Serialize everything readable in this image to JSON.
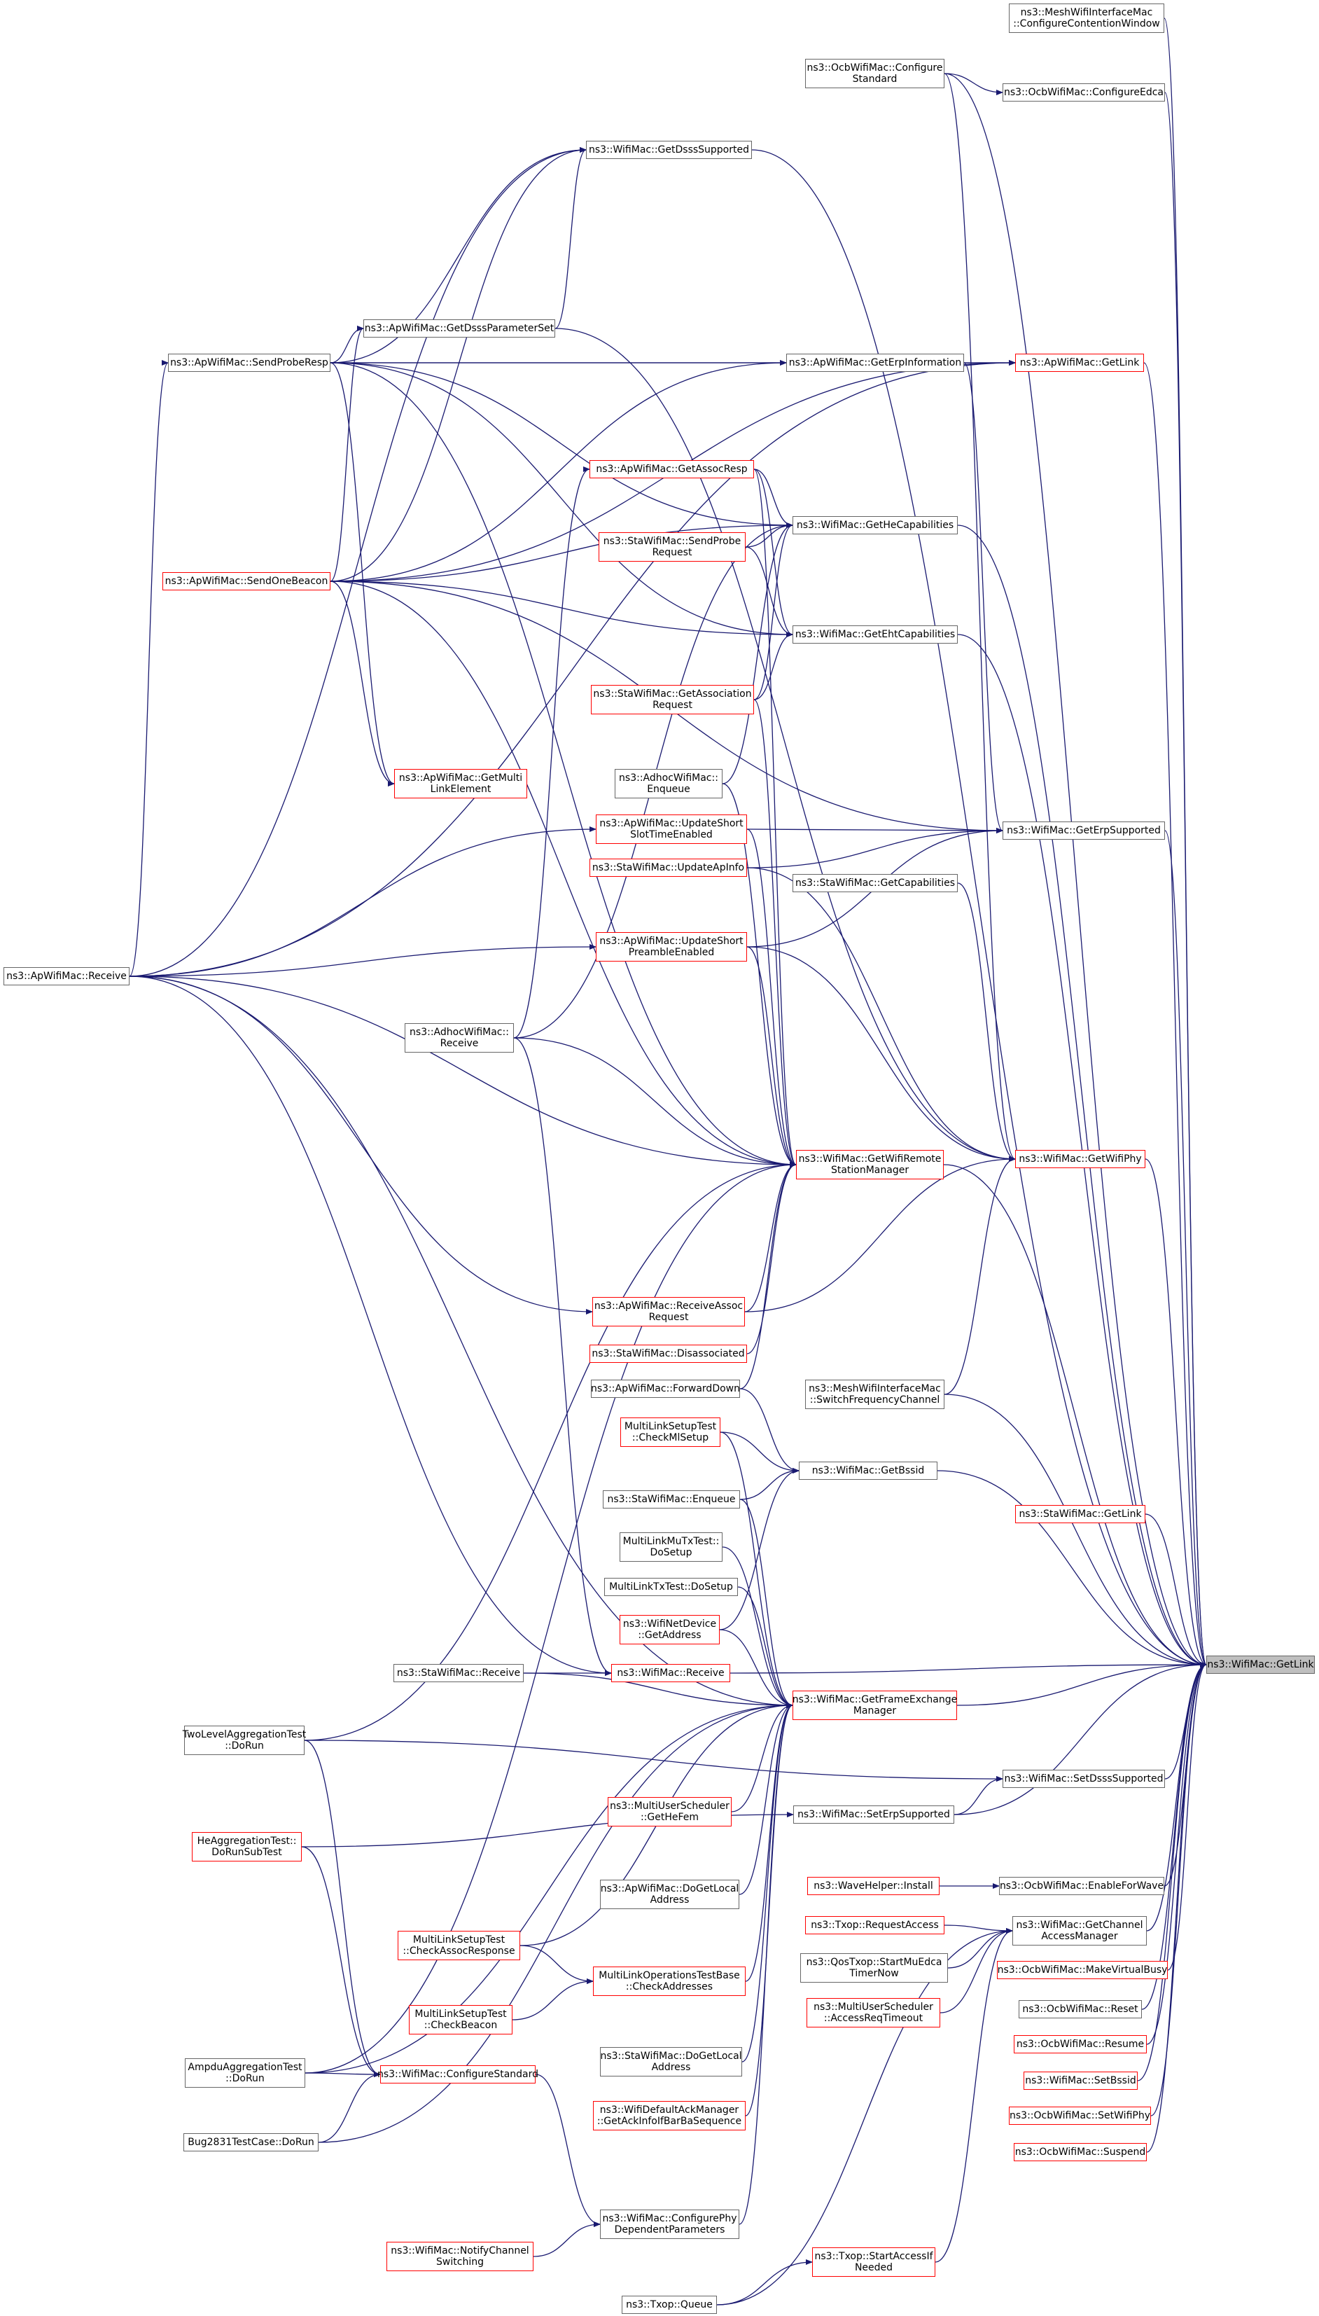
{
  "graph": {
    "colors": {
      "edge": "#191970",
      "node_border": "#666666",
      "incomplete_border": "#ff0000",
      "root_fill": "#bfbfbf"
    },
    "root": "n_getlink",
    "nodes": [
      {
        "id": "n_getlink",
        "label": "ns3::WifiMac::GetLink",
        "kind": "root"
      },
      {
        "id": "n_meshcfg",
        "label": "ns3::MeshWifiInterfaceMac\n::ConfigureContentionWindow",
        "kind": "normal"
      },
      {
        "id": "n_ocbcfgstd",
        "label": "ns3::OcbWifiMac::Configure\nStandard",
        "kind": "normal"
      },
      {
        "id": "n_ocbcfgedca",
        "label": "ns3::OcbWifiMac::ConfigureEdca",
        "kind": "normal"
      },
      {
        "id": "n_getdsss",
        "label": "ns3::WifiMac::GetDsssSupported",
        "kind": "normal"
      },
      {
        "id": "n_apgetdsssps",
        "label": "ns3::ApWifiMac::GetDsssParameterSet",
        "kind": "normal"
      },
      {
        "id": "n_apsendprobe",
        "label": "ns3::ApWifiMac::SendProbeResp",
        "kind": "normal"
      },
      {
        "id": "n_apgeterp",
        "label": "ns3::ApWifiMac::GetErpInformation",
        "kind": "normal"
      },
      {
        "id": "n_apgetlink",
        "label": "ns3::ApWifiMac::GetLink",
        "kind": "incomplete"
      },
      {
        "id": "n_apgetassoc",
        "label": "ns3::ApWifiMac::GetAssocResp",
        "kind": "incomplete"
      },
      {
        "id": "n_gethe",
        "label": "ns3::WifiMac::GetHeCapabilities",
        "kind": "normal"
      },
      {
        "id": "n_stasendprobe",
        "label": "ns3::StaWifiMac::SendProbe\nRequest",
        "kind": "incomplete"
      },
      {
        "id": "n_apsendbeacon",
        "label": "ns3::ApWifiMac::SendOneBeacon",
        "kind": "incomplete"
      },
      {
        "id": "n_geteht",
        "label": "ns3::WifiMac::GetEhtCapabilities",
        "kind": "normal"
      },
      {
        "id": "n_stagetassoc",
        "label": "ns3::StaWifiMac::GetAssociation\nRequest",
        "kind": "incomplete"
      },
      {
        "id": "n_apgetmulti",
        "label": "ns3::ApWifiMac::GetMulti\nLinkElement",
        "kind": "incomplete"
      },
      {
        "id": "n_adhocenq",
        "label": "ns3::AdhocWifiMac::\nEnqueue",
        "kind": "normal"
      },
      {
        "id": "n_apupdslot",
        "label": "ns3::ApWifiMac::UpdateShort\nSlotTimeEnabled",
        "kind": "incomplete"
      },
      {
        "id": "n_geterpsup",
        "label": "ns3::WifiMac::GetErpSupported",
        "kind": "normal"
      },
      {
        "id": "n_staupdap",
        "label": "ns3::StaWifiMac::UpdateApInfo",
        "kind": "incomplete"
      },
      {
        "id": "n_stagetcap",
        "label": "ns3::StaWifiMac::GetCapabilities",
        "kind": "normal"
      },
      {
        "id": "n_apreceive",
        "label": "ns3::ApWifiMac::Receive",
        "kind": "normal"
      },
      {
        "id": "n_apupdpre",
        "label": "ns3::ApWifiMac::UpdateShort\nPreambleEnabled",
        "kind": "incomplete"
      },
      {
        "id": "n_adhocrecv",
        "label": "ns3::AdhocWifiMac::\nReceive",
        "kind": "normal"
      },
      {
        "id": "n_getwifiphy",
        "label": "ns3::WifiMac::GetWifiPhy",
        "kind": "incomplete"
      },
      {
        "id": "n_getrsm",
        "label": "ns3::WifiMac::GetWifiRemote\nStationManager",
        "kind": "incomplete"
      },
      {
        "id": "n_aprecvassoc",
        "label": "ns3::ApWifiMac::ReceiveAssoc\nRequest",
        "kind": "incomplete"
      },
      {
        "id": "n_stadisassoc",
        "label": "ns3::StaWifiMac::Disassociated",
        "kind": "incomplete"
      },
      {
        "id": "n_apfwddown",
        "label": "ns3::ApWifiMac::ForwardDown",
        "kind": "normal"
      },
      {
        "id": "n_meshswitch",
        "label": "ns3::MeshWifiInterfaceMac\n::SwitchFrequencyChannel",
        "kind": "normal"
      },
      {
        "id": "n_mlchkml",
        "label": "MultiLinkSetupTest\n::CheckMlSetup",
        "kind": "incomplete"
      },
      {
        "id": "n_getbssid",
        "label": "ns3::WifiMac::GetBssid",
        "kind": "normal"
      },
      {
        "id": "n_staenq",
        "label": "ns3::StaWifiMac::Enqueue",
        "kind": "normal"
      },
      {
        "id": "n_stagetlink",
        "label": "ns3::StaWifiMac::GetLink",
        "kind": "incomplete"
      },
      {
        "id": "n_mlmutx",
        "label": "MultiLinkMuTxTest::\nDoSetup",
        "kind": "normal"
      },
      {
        "id": "n_mltx",
        "label": "MultiLinkTxTest::DoSetup",
        "kind": "normal"
      },
      {
        "id": "n_netdevaddr",
        "label": "ns3::WifiNetDevice\n::GetAddress",
        "kind": "incomplete"
      },
      {
        "id": "n_stareceive",
        "label": "ns3::StaWifiMac::Receive",
        "kind": "normal"
      },
      {
        "id": "n_wifireceive",
        "label": "ns3::WifiMac::Receive",
        "kind": "incomplete"
      },
      {
        "id": "n_getfem",
        "label": "ns3::WifiMac::GetFrameExchange\nManager",
        "kind": "incomplete"
      },
      {
        "id": "n_twolevel",
        "label": "TwoLevelAggregationTest\n::DoRun",
        "kind": "normal"
      },
      {
        "id": "n_setdsss",
        "label": "ns3::WifiMac::SetDsssSupported",
        "kind": "normal"
      },
      {
        "id": "n_musgethefem",
        "label": "ns3::MultiUserScheduler\n::GetHeFem",
        "kind": "incomplete"
      },
      {
        "id": "n_seterp",
        "label": "ns3::WifiMac::SetErpSupported",
        "kind": "normal"
      },
      {
        "id": "n_heagg",
        "label": "HeAggregationTest::\nDoRunSubTest",
        "kind": "incomplete"
      },
      {
        "id": "n_wavehelper",
        "label": "ns3::WaveHelper::Install",
        "kind": "incomplete"
      },
      {
        "id": "n_ocbenable",
        "label": "ns3::OcbWifiMac::EnableForWave",
        "kind": "normal"
      },
      {
        "id": "n_apdogetlocal",
        "label": "ns3::ApWifiMac::DoGetLocal\nAddress",
        "kind": "normal"
      },
      {
        "id": "n_txopreq",
        "label": "ns3::Txop::RequestAccess",
        "kind": "incomplete"
      },
      {
        "id": "n_getcam",
        "label": "ns3::WifiMac::GetChannel\nAccessManager",
        "kind": "normal"
      },
      {
        "id": "n_mlchkassoc",
        "label": "MultiLinkSetupTest\n::CheckAssocResponse",
        "kind": "incomplete"
      },
      {
        "id": "n_mlopschk",
        "label": "MultiLinkOperationsTestBase\n::CheckAddresses",
        "kind": "incomplete"
      },
      {
        "id": "n_qostxop",
        "label": "ns3::QosTxop::StartMuEdca\nTimerNow",
        "kind": "normal"
      },
      {
        "id": "n_ocbmakevb",
        "label": "ns3::OcbWifiMac::MakeVirtualBusy",
        "kind": "incomplete"
      },
      {
        "id": "n_mustimeout",
        "label": "ns3::MultiUserScheduler\n::AccessReqTimeout",
        "kind": "incomplete"
      },
      {
        "id": "n_ocbreset",
        "label": "ns3::OcbWifiMac::Reset",
        "kind": "normal"
      },
      {
        "id": "n_mlchkbeacon",
        "label": "MultiLinkSetupTest\n::CheckBeacon",
        "kind": "incomplete"
      },
      {
        "id": "n_stadogetlocal",
        "label": "ns3::StaWifiMac::DoGetLocal\nAddress",
        "kind": "normal"
      },
      {
        "id": "n_ocbresume",
        "label": "ns3::OcbWifiMac::Resume",
        "kind": "incomplete"
      },
      {
        "id": "n_ampdu",
        "label": "AmpduAggregationTest\n::DoRun",
        "kind": "normal"
      },
      {
        "id": "n_cfgstd",
        "label": "ns3::WifiMac::ConfigureStandard",
        "kind": "incomplete"
      },
      {
        "id": "n_defack",
        "label": "ns3::WifiDefaultAckManager\n::GetAckInfoIfBarBaSequence",
        "kind": "incomplete"
      },
      {
        "id": "n_setbssid",
        "label": "ns3::WifiMac::SetBssid",
        "kind": "incomplete"
      },
      {
        "id": "n_ocbsetphy",
        "label": "ns3::OcbWifiMac::SetWifiPhy",
        "kind": "incomplete"
      },
      {
        "id": "n_bug2831",
        "label": "Bug2831TestCase::DoRun",
        "kind": "normal"
      },
      {
        "id": "n_ocbsuspend",
        "label": "ns3::OcbWifiMac::Suspend",
        "kind": "incomplete"
      },
      {
        "id": "n_cfgphydep",
        "label": "ns3::WifiMac::ConfigurePhy\nDependentParameters",
        "kind": "normal"
      },
      {
        "id": "n_notifych",
        "label": "ns3::WifiMac::NotifyChannel\nSwitching",
        "kind": "incomplete"
      },
      {
        "id": "n_txopstartaccess",
        "label": "ns3::Txop::StartAccessIf\nNeeded",
        "kind": "incomplete"
      },
      {
        "id": "n_txopqueue",
        "label": "ns3::Txop::Queue",
        "kind": "normal"
      }
    ],
    "edges": [
      [
        "n_meshcfg",
        "n_getlink"
      ],
      [
        "n_ocbcfgstd",
        "n_getlink"
      ],
      [
        "n_ocbcfgstd",
        "n_ocbcfgedca"
      ],
      [
        "n_ocbcfgstd",
        "n_getwifiphy"
      ],
      [
        "n_ocbcfgedca",
        "n_getlink"
      ],
      [
        "n_getdsss",
        "n_getlink"
      ],
      [
        "n_apsendprobe",
        "n_getdsss"
      ],
      [
        "n_apsendprobe",
        "n_apgetdsssps"
      ],
      [
        "n_apsendprobe",
        "n_apgeterp"
      ],
      [
        "n_apsendprobe",
        "n_gethe"
      ],
      [
        "n_apsendprobe",
        "n_geteht"
      ],
      [
        "n_apsendprobe",
        "n_apgetmulti"
      ],
      [
        "n_apsendprobe",
        "n_getrsm"
      ],
      [
        "n_apsendprobe",
        "n_apgetlink"
      ],
      [
        "n_apgetdsssps",
        "n_getdsss"
      ],
      [
        "n_apgetdsssps",
        "n_getwifiphy"
      ],
      [
        "n_apgeterp",
        "n_apgetlink"
      ],
      [
        "n_apgeterp",
        "n_geterpsup"
      ],
      [
        "n_apgetlink",
        "n_getlink"
      ],
      [
        "n_apgetassoc",
        "n_gethe"
      ],
      [
        "n_apgetassoc",
        "n_geteht"
      ],
      [
        "n_apgetassoc",
        "n_getrsm"
      ],
      [
        "n_gethe",
        "n_getlink"
      ],
      [
        "n_stasendprobe",
        "n_gethe"
      ],
      [
        "n_stasendprobe",
        "n_geteht"
      ],
      [
        "n_apsendbeacon",
        "n_getdsss"
      ],
      [
        "n_apsendbeacon",
        "n_apgetdsssps"
      ],
      [
        "n_apsendbeacon",
        "n_apgeterp"
      ],
      [
        "n_apsendbeacon",
        "n_gethe"
      ],
      [
        "n_apsendbeacon",
        "n_geteht"
      ],
      [
        "n_apsendbeacon",
        "n_apgetmulti"
      ],
      [
        "n_apsendbeacon",
        "n_getrsm"
      ],
      [
        "n_apsendbeacon",
        "n_geterpsup"
      ],
      [
        "n_apsendbeacon",
        "n_apgetlink"
      ],
      [
        "n_geteht",
        "n_getlink"
      ],
      [
        "n_stagetassoc",
        "n_gethe"
      ],
      [
        "n_stagetassoc",
        "n_geteht"
      ],
      [
        "n_stagetassoc",
        "n_getrsm"
      ],
      [
        "n_adhocenq",
        "n_gethe"
      ],
      [
        "n_adhocenq",
        "n_getrsm"
      ],
      [
        "n_apupdslot",
        "n_geterpsup"
      ],
      [
        "n_apupdslot",
        "n_getrsm"
      ],
      [
        "n_geterpsup",
        "n_getlink"
      ],
      [
        "n_staupdap",
        "n_geterpsup"
      ],
      [
        "n_staupdap",
        "n_getwifiphy"
      ],
      [
        "n_stagetcap",
        "n_getwifiphy"
      ],
      [
        "n_apreceive",
        "n_apsendprobe"
      ],
      [
        "n_apreceive",
        "n_apupdslot"
      ],
      [
        "n_apreceive",
        "n_apupdpre"
      ],
      [
        "n_apreceive",
        "n_getrsm"
      ],
      [
        "n_apreceive",
        "n_aprecvassoc"
      ],
      [
        "n_apreceive",
        "n_wifireceive"
      ],
      [
        "n_apreceive",
        "n_getfem"
      ],
      [
        "n_apreceive",
        "n_apgetlink"
      ],
      [
        "n_apreceive",
        "n_getdsss"
      ],
      [
        "n_apupdpre",
        "n_geterpsup"
      ],
      [
        "n_apupdpre",
        "n_getrsm"
      ],
      [
        "n_apupdpre",
        "n_getwifiphy"
      ],
      [
        "n_adhocrecv",
        "n_getrsm"
      ],
      [
        "n_adhocrecv",
        "n_wifireceive"
      ],
      [
        "n_adhocrecv",
        "n_gethe"
      ],
      [
        "n_adhocrecv",
        "n_apgetassoc"
      ],
      [
        "n_getwifiphy",
        "n_getlink"
      ],
      [
        "n_getrsm",
        "n_getlink"
      ],
      [
        "n_aprecvassoc",
        "n_getrsm"
      ],
      [
        "n_aprecvassoc",
        "n_getwifiphy"
      ],
      [
        "n_stadisassoc",
        "n_getrsm"
      ],
      [
        "n_apfwddown",
        "n_getrsm"
      ],
      [
        "n_apfwddown",
        "n_getbssid"
      ],
      [
        "n_meshswitch",
        "n_getlink"
      ],
      [
        "n_meshswitch",
        "n_getwifiphy"
      ],
      [
        "n_mlchkml",
        "n_getbssid"
      ],
      [
        "n_mlchkml",
        "n_getfem"
      ],
      [
        "n_getbssid",
        "n_getlink"
      ],
      [
        "n_staenq",
        "n_getbssid"
      ],
      [
        "n_staenq",
        "n_getfem"
      ],
      [
        "n_stagetlink",
        "n_getlink"
      ],
      [
        "n_mlmutx",
        "n_getfem"
      ],
      [
        "n_mltx",
        "n_getfem"
      ],
      [
        "n_netdevaddr",
        "n_getbssid"
      ],
      [
        "n_netdevaddr",
        "n_getfem"
      ],
      [
        "n_stareceive",
        "n_wifireceive"
      ],
      [
        "n_stareceive",
        "n_getfem"
      ],
      [
        "n_wifireceive",
        "n_getlink"
      ],
      [
        "n_getfem",
        "n_getlink"
      ],
      [
        "n_twolevel",
        "n_getrsm"
      ],
      [
        "n_twolevel",
        "n_setdsss"
      ],
      [
        "n_twolevel",
        "n_cfgstd"
      ],
      [
        "n_setdsss",
        "n_getlink"
      ],
      [
        "n_musgethefem",
        "n_getfem"
      ],
      [
        "n_seterp",
        "n_getlink"
      ],
      [
        "n_seterp",
        "n_setdsss"
      ],
      [
        "n_heagg",
        "n_seterp"
      ],
      [
        "n_heagg",
        "n_cfgstd"
      ],
      [
        "n_wavehelper",
        "n_ocbenable"
      ],
      [
        "n_ocbenable",
        "n_getlink"
      ],
      [
        "n_apdogetlocal",
        "n_getfem"
      ],
      [
        "n_txopreq",
        "n_getcam"
      ],
      [
        "n_getcam",
        "n_getlink"
      ],
      [
        "n_mlchkassoc",
        "n_mlopschk"
      ],
      [
        "n_mlchkassoc",
        "n_getfem"
      ],
      [
        "n_mlopschk",
        "n_getfem"
      ],
      [
        "n_qostxop",
        "n_getcam"
      ],
      [
        "n_ocbmakevb",
        "n_getlink"
      ],
      [
        "n_mustimeout",
        "n_getcam"
      ],
      [
        "n_ocbreset",
        "n_getlink"
      ],
      [
        "n_mlchkbeacon",
        "n_mlopschk"
      ],
      [
        "n_stadogetlocal",
        "n_getfem"
      ],
      [
        "n_ocbresume",
        "n_getlink"
      ],
      [
        "n_ampdu",
        "n_cfgstd"
      ],
      [
        "n_ampdu",
        "n_getrsm"
      ],
      [
        "n_ampdu",
        "n_getfem"
      ],
      [
        "n_cfgstd",
        "n_cfgphydep"
      ],
      [
        "n_defack",
        "n_getfem"
      ],
      [
        "n_setbssid",
        "n_getlink"
      ],
      [
        "n_ocbsetphy",
        "n_getlink"
      ],
      [
        "n_bug2831",
        "n_cfgstd"
      ],
      [
        "n_bug2831",
        "n_getfem"
      ],
      [
        "n_ocbsuspend",
        "n_getlink"
      ],
      [
        "n_cfgphydep",
        "n_getfem"
      ],
      [
        "n_notifych",
        "n_cfgphydep"
      ],
      [
        "n_txopstartaccess",
        "n_getcam"
      ],
      [
        "n_txopqueue",
        "n_txopstartaccess"
      ],
      [
        "n_txopqueue",
        "n_getcam"
      ]
    ]
  }
}
